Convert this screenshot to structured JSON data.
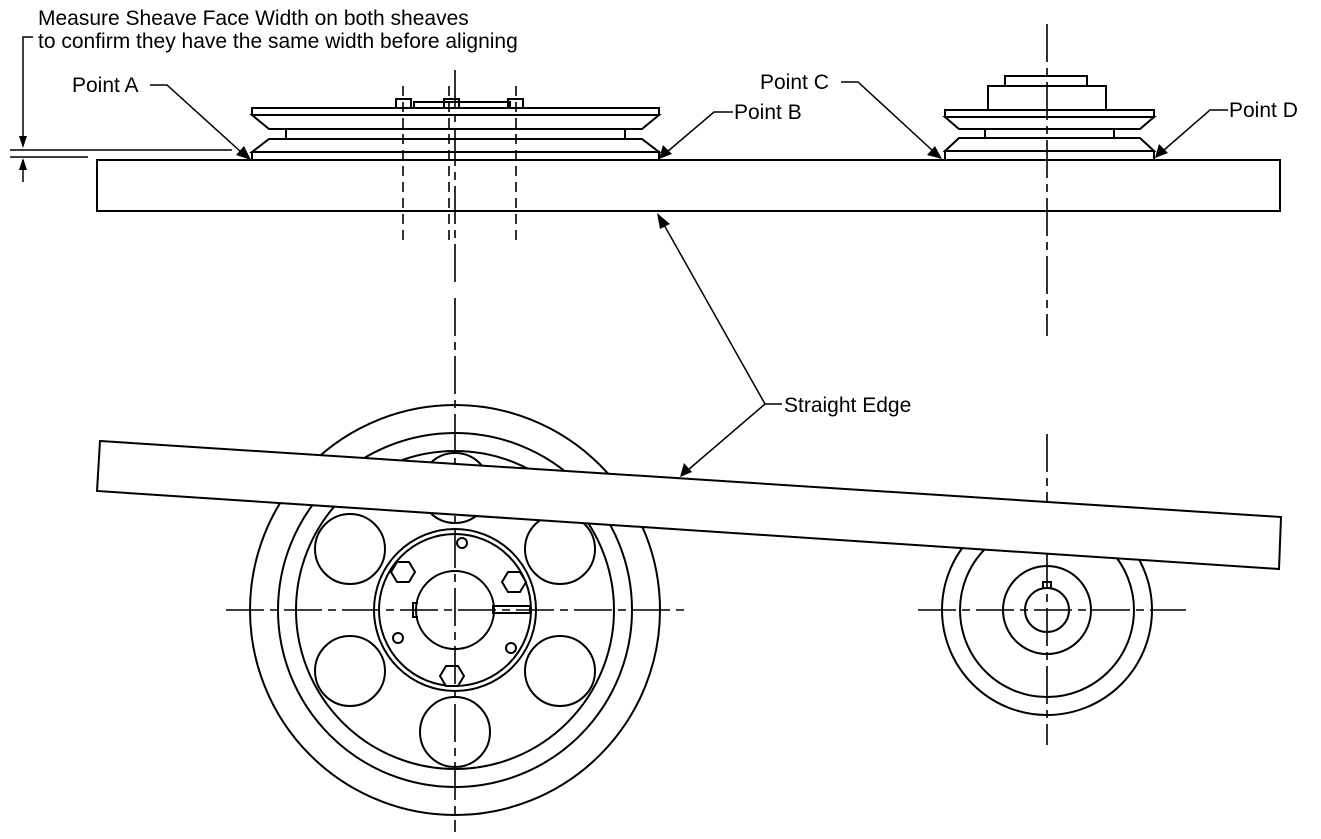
{
  "note": {
    "line1": "Measure Sheave Face Width on both sheaves",
    "line2": "to confirm they have the same width before aligning"
  },
  "labels": {
    "point_a": "Point A",
    "point_b": "Point B",
    "point_c": "Point C",
    "point_d": "Point D",
    "straight_edge": "Straight Edge"
  },
  "colors": {
    "line": "#000000",
    "background": "#ffffff"
  }
}
